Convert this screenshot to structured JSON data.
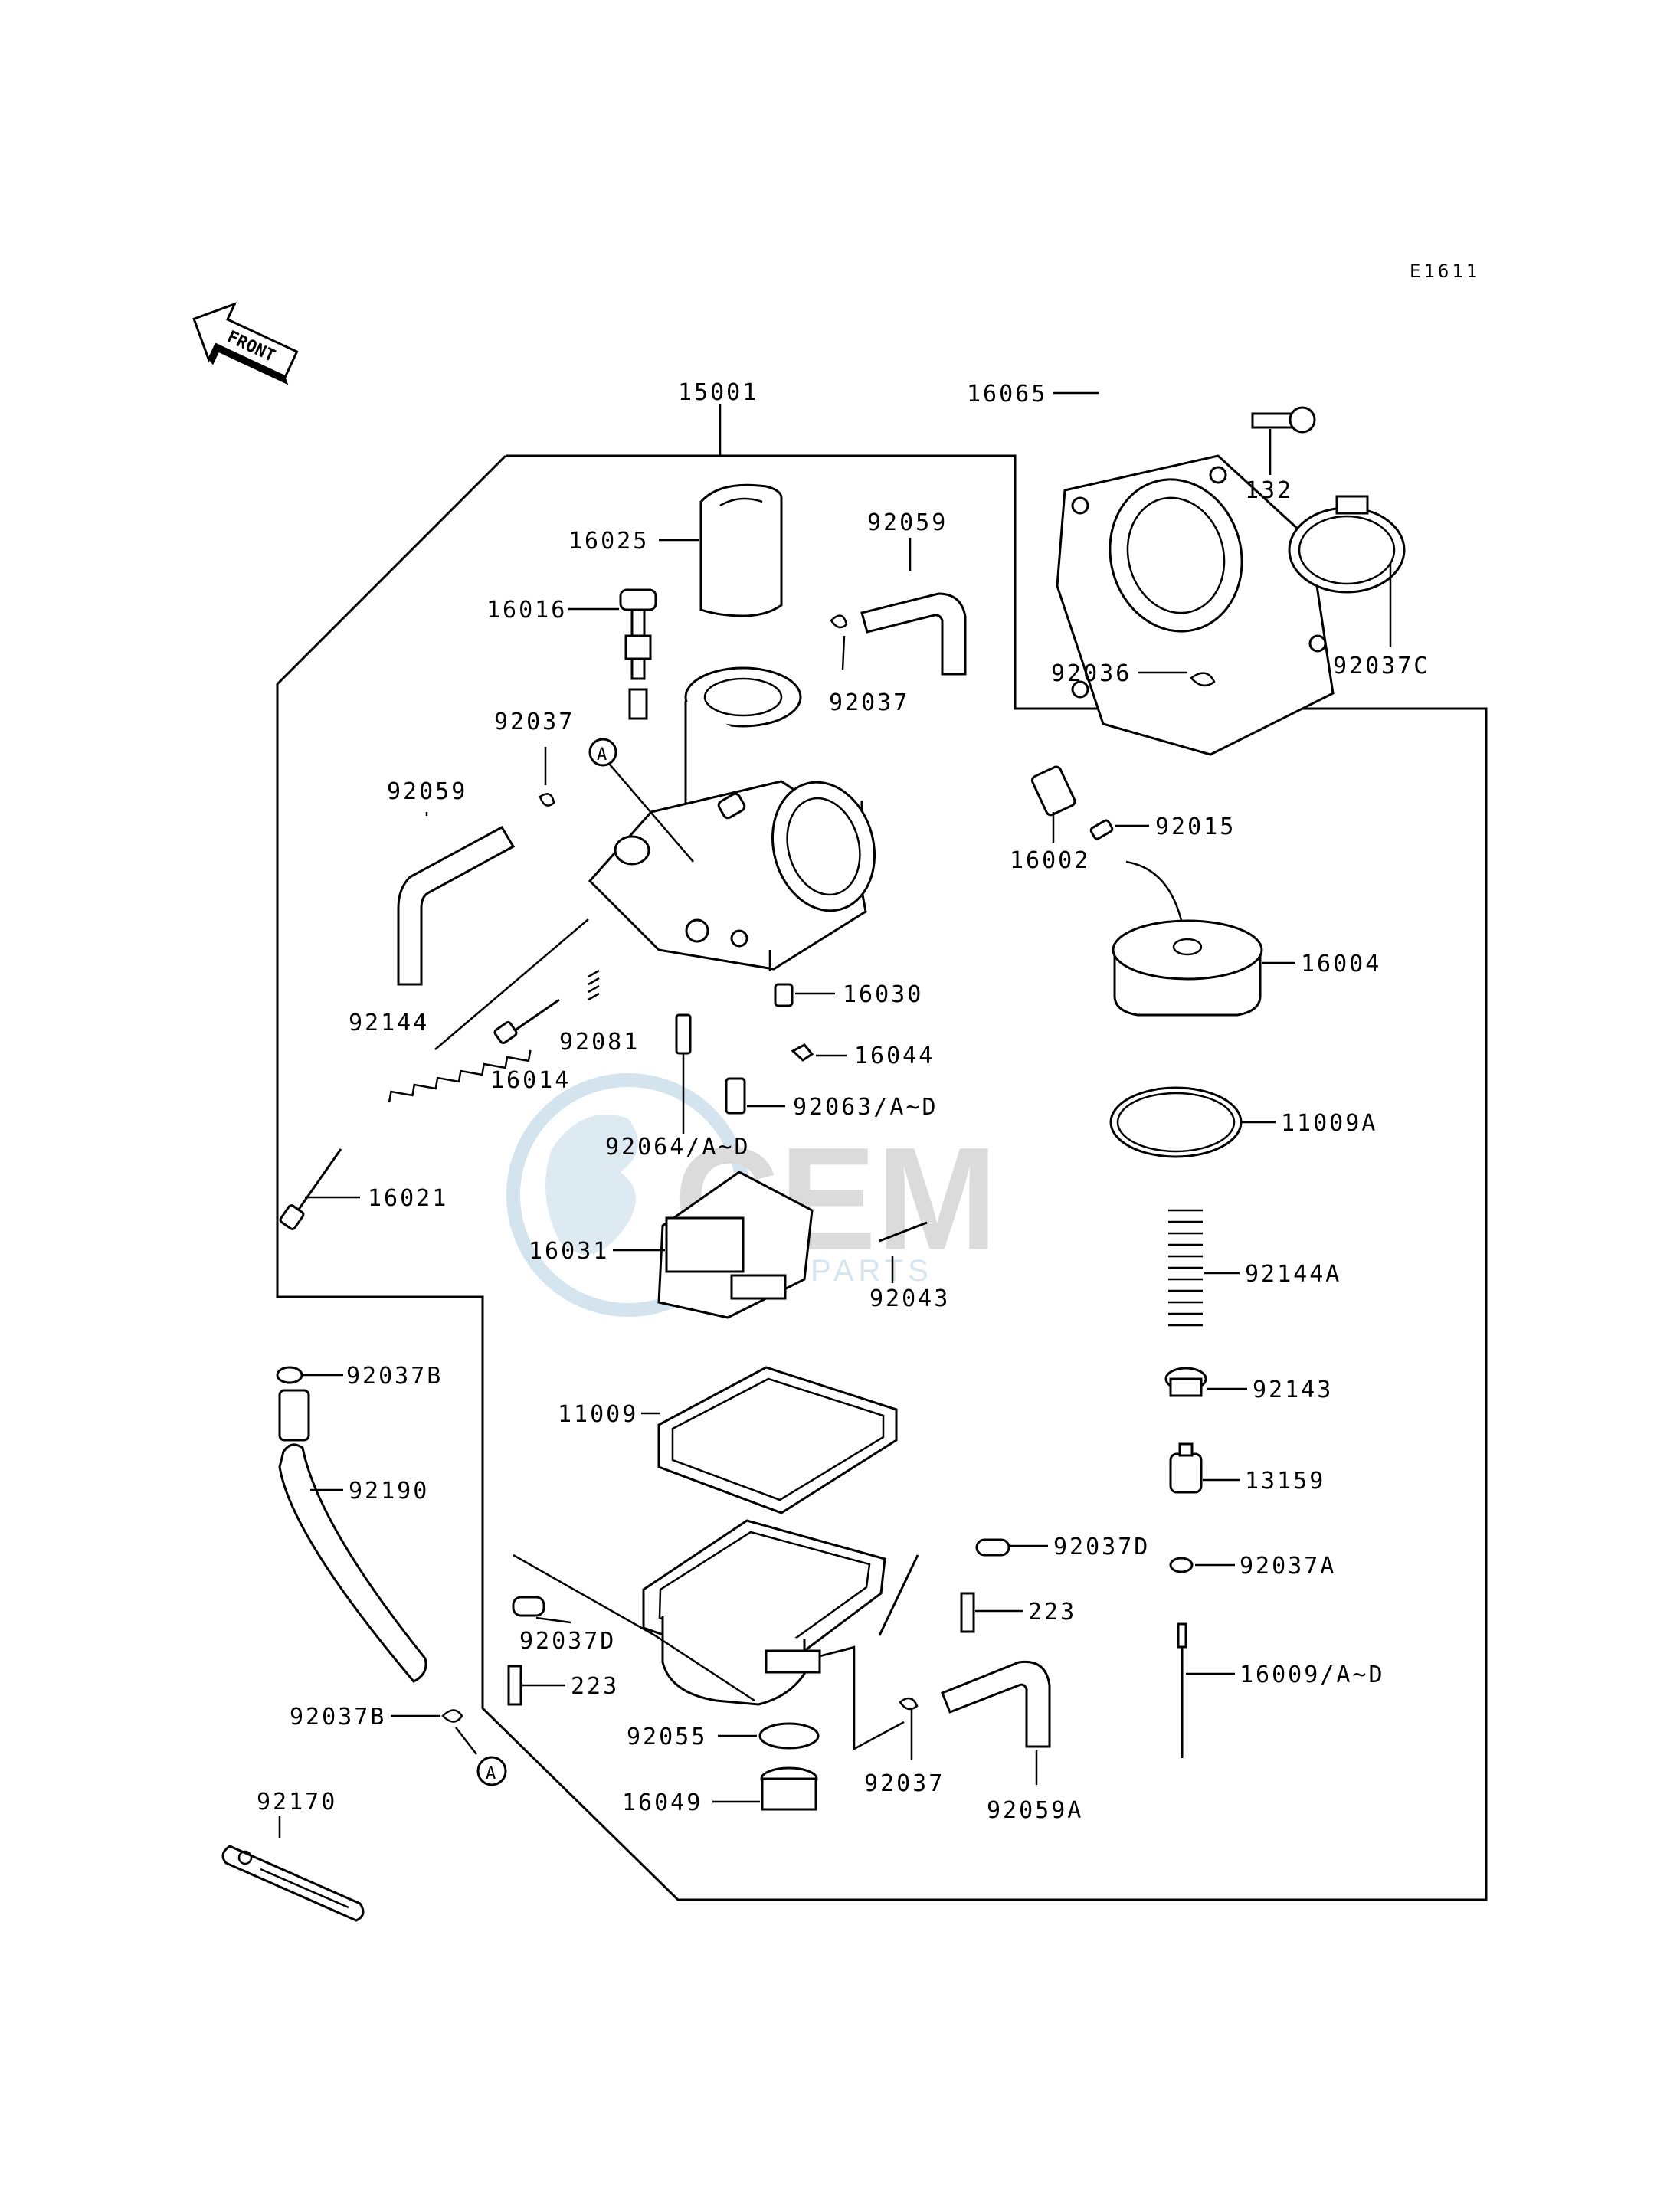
{
  "diagram_code": "E1611",
  "front_label": "FRONT",
  "watermark": {
    "brand": "CEM",
    "sub": "MOTORPARTS"
  },
  "ref_marker": "A",
  "labels": {
    "p15001": "15001",
    "p16025": "16025",
    "p16016": "16016",
    "p92059_top": "92059",
    "p92037_top": "92037",
    "p92037_left": "92037",
    "p92059_left": "92059",
    "p92144": "92144",
    "p16014": "16014",
    "p92081": "92081",
    "p16030": "16030",
    "p16044": "16044",
    "p92063": "92063/A~D",
    "p92064": "92064/A~D",
    "p16021": "16021",
    "p16031": "16031",
    "p92043": "92043",
    "p16065": "16065",
    "p132": "132",
    "p92036": "92036",
    "p92037C": "92037C",
    "p16002": "16002",
    "p92015": "92015",
    "p16004": "16004",
    "p11009A": "11009A",
    "p92144A": "92144A",
    "p92143": "92143",
    "p13159": "13159",
    "p92037A": "92037A",
    "p16009": "16009/A~D",
    "p92037B_top": "92037B",
    "p92190": "92190",
    "p92037B_bottom": "92037B",
    "p92170": "92170",
    "p11009": "11009",
    "p92037D_right": "92037D",
    "p223_right": "223",
    "p92037D_left": "92037D",
    "p223_left": "223",
    "p92055": "92055",
    "p16049": "16049",
    "p92037_bottom": "92037",
    "p92059A": "92059A"
  }
}
